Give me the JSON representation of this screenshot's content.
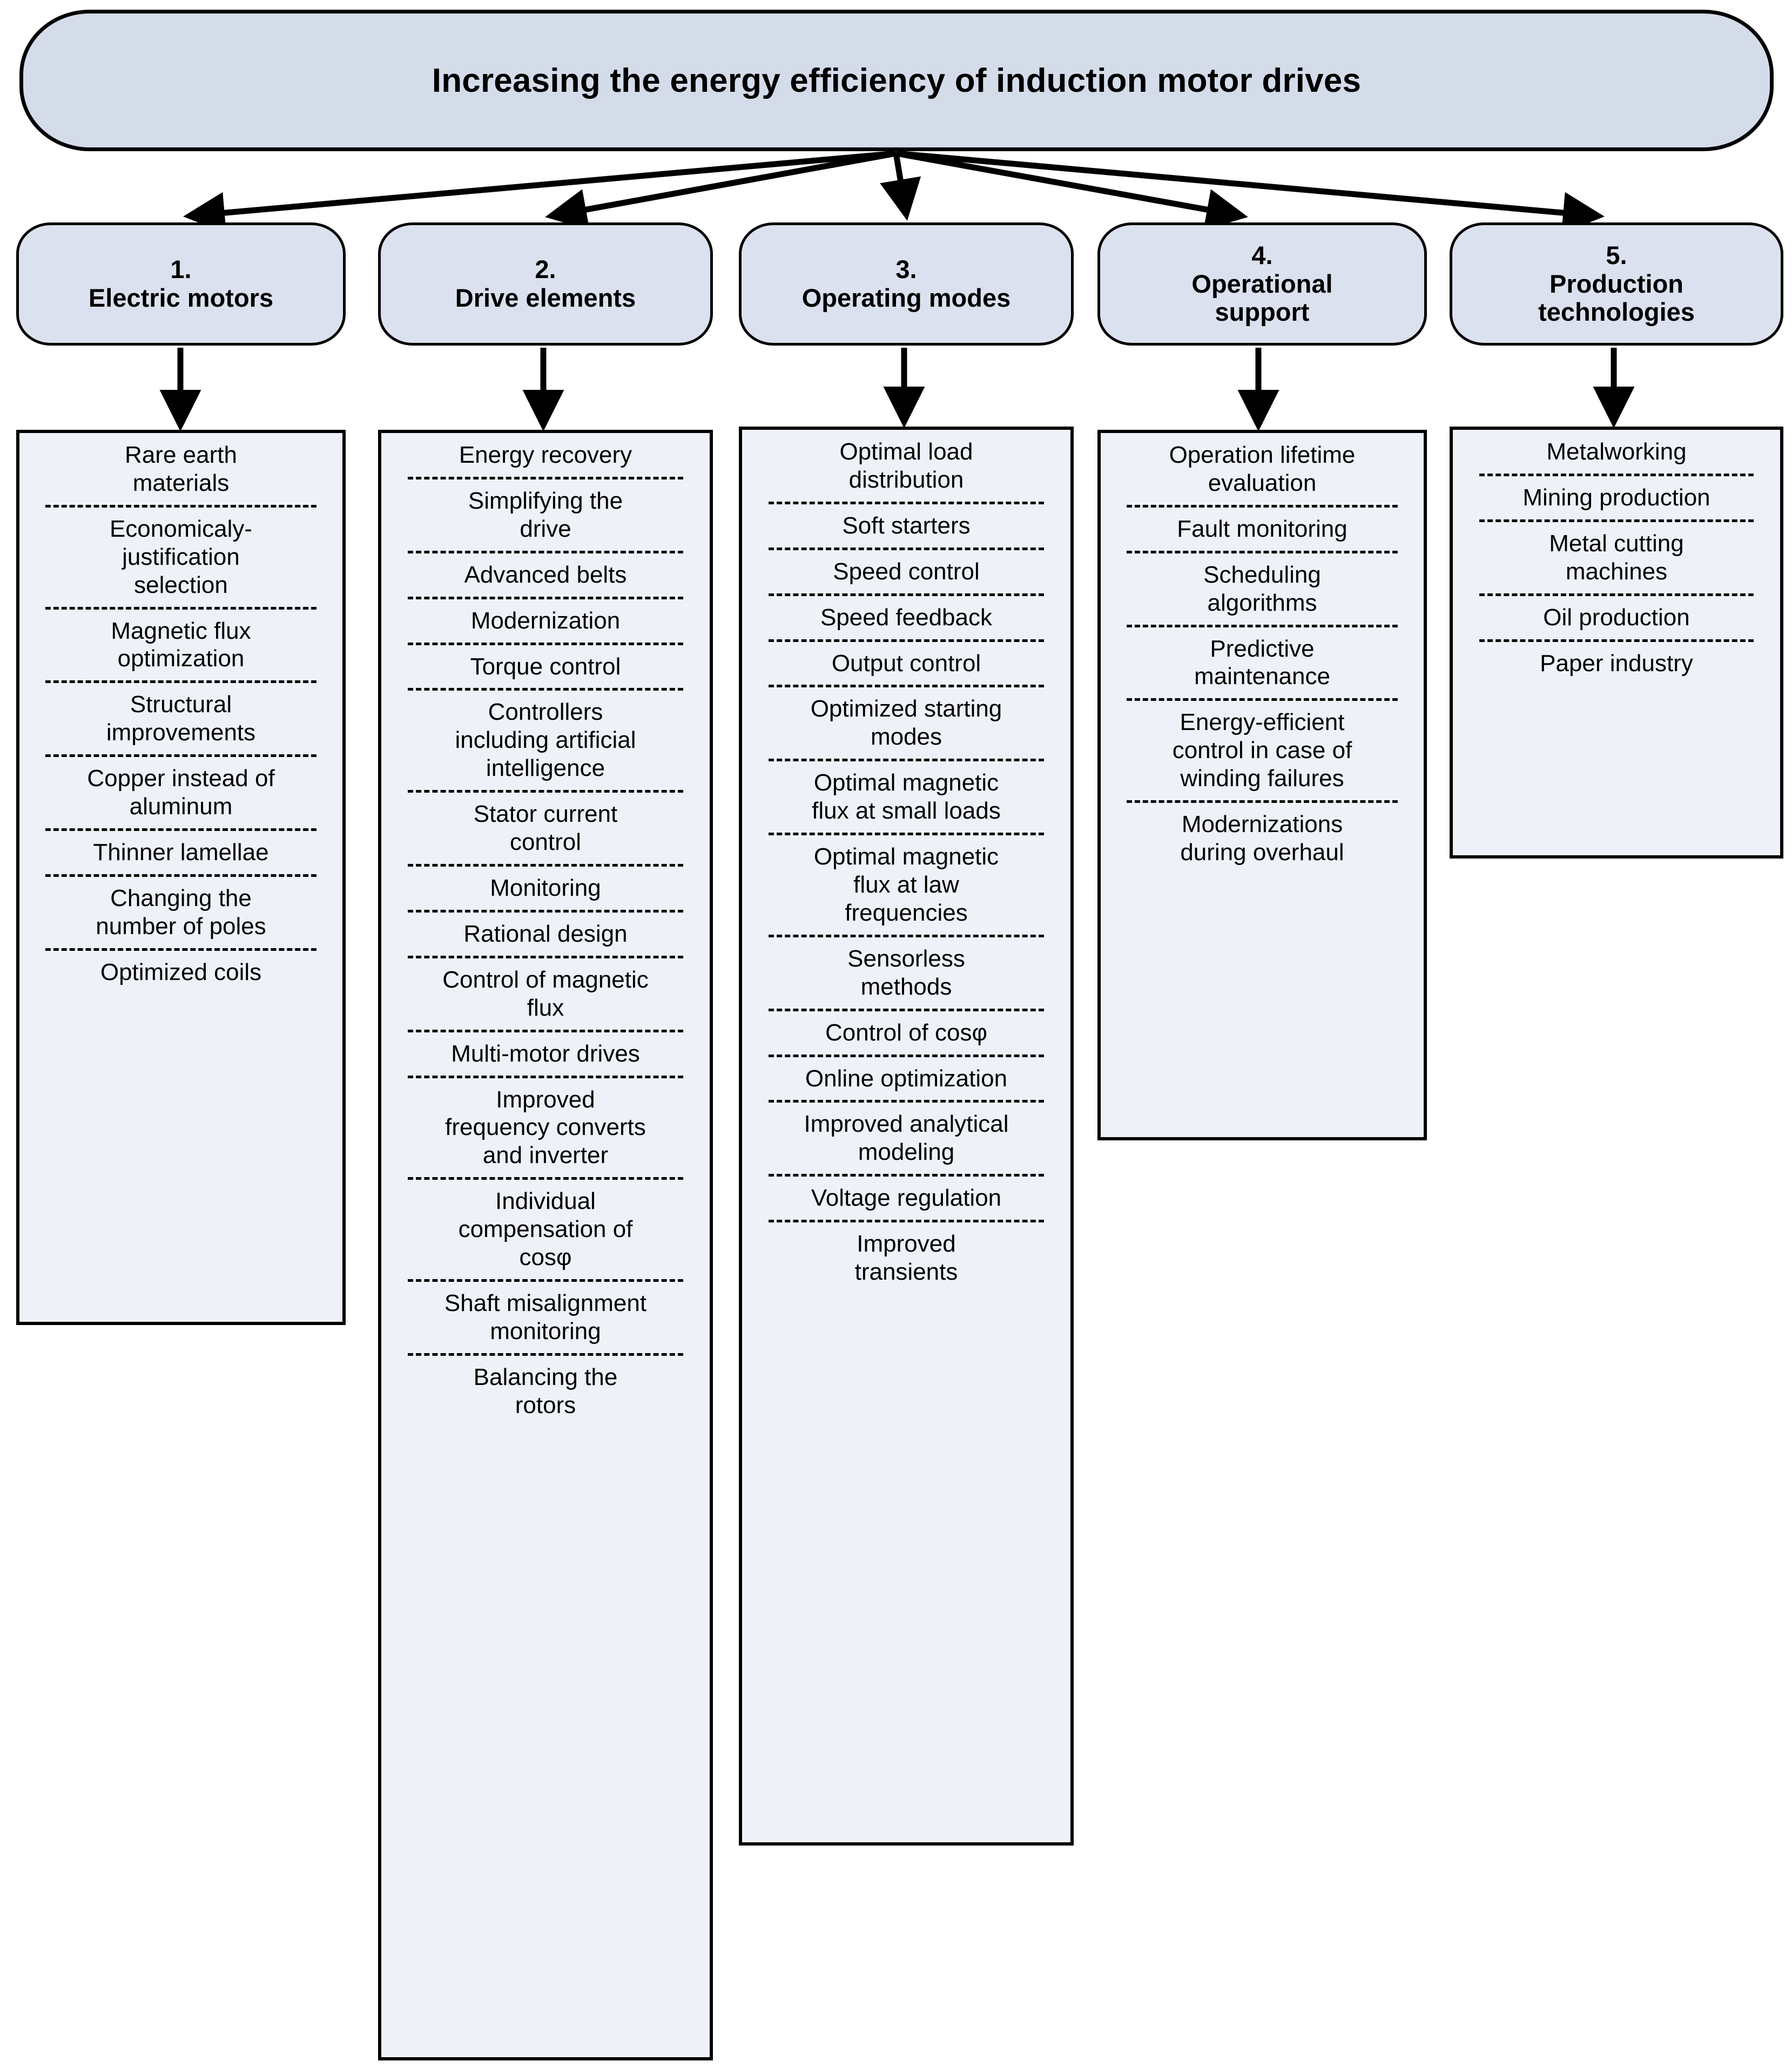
{
  "root": {
    "title": "Increasing the energy efficiency of induction motor drives"
  },
  "categories": [
    {
      "number": "1.",
      "label": "Electric motors"
    },
    {
      "number": "2.",
      "label": "Drive elements"
    },
    {
      "number": "3.",
      "label": "Operating modes"
    },
    {
      "number": "4.",
      "label": "Operational\nsupport"
    },
    {
      "number": "5.",
      "label": "Production\ntechnologies"
    }
  ],
  "columns": [
    {
      "id": "electric-motors",
      "items": [
        "Rare earth\nmaterials",
        "Economicaly-\njustification\nselection",
        "Magnetic flux\noptimization",
        "Structural\nimprovements",
        "Copper instead of\naluminum",
        "Thinner lamellae",
        "Changing the\nnumber of poles",
        "Optimized coils"
      ]
    },
    {
      "id": "drive-elements",
      "items": [
        "Energy recovery",
        "Simplifying the\ndrive",
        "Advanced belts",
        "Modernization",
        "Torque control",
        "Controllers\nincluding artificial\nintelligence",
        "Stator current\ncontrol",
        "Monitoring",
        "Rational design",
        "Control of magnetic\nflux",
        "Multi-motor drives",
        "Improved\nfrequency converts\nand inverter",
        "Individual\ncompensation of\ncosφ",
        "Shaft misalignment\nmonitoring",
        "Balancing the\nrotors"
      ]
    },
    {
      "id": "operating-modes",
      "items": [
        "Optimal load\ndistribution",
        "Soft starters",
        "Speed control",
        "Speed feedback",
        "Output control",
        "Optimized starting\nmodes",
        "Optimal magnetic\nflux at small loads",
        "Optimal magnetic\nflux at law\nfrequencies",
        "Sensorless\nmethods",
        "Control of cosφ",
        "Online optimization",
        "Improved analytical\nmodeling",
        "Voltage regulation",
        "Improved\ntransients"
      ]
    },
    {
      "id": "operational-support",
      "items": [
        "Operation lifetime\nevaluation",
        "Fault monitoring",
        "Scheduling\nalgorithms",
        "Predictive\nmaintenance",
        "Energy-efficient\ncontrol in case of\nwinding failures",
        "Modernizations\nduring overhaul"
      ]
    },
    {
      "id": "production-technologies",
      "items": [
        "Metalworking",
        "Mining production",
        "Metal cutting\nmachines",
        "Oil production",
        "Paper industry"
      ]
    }
  ],
  "colors": {
    "root_fill": "#d4dcea",
    "category_fill": "#dbe1ee",
    "panel_fill": "#eef1f7",
    "stroke": "#000000",
    "page_background": "#ffffff"
  }
}
